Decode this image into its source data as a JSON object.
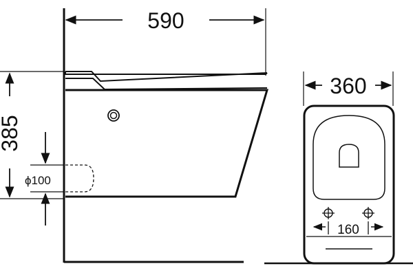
{
  "side_view": {
    "width_dim": "590",
    "height_dim": "385",
    "pipe_dim": "ϕ100"
  },
  "front_view": {
    "width_dim": "360",
    "spacing_dim": "160"
  },
  "colors": {
    "line": "#111111",
    "background": "#ffffff"
  }
}
